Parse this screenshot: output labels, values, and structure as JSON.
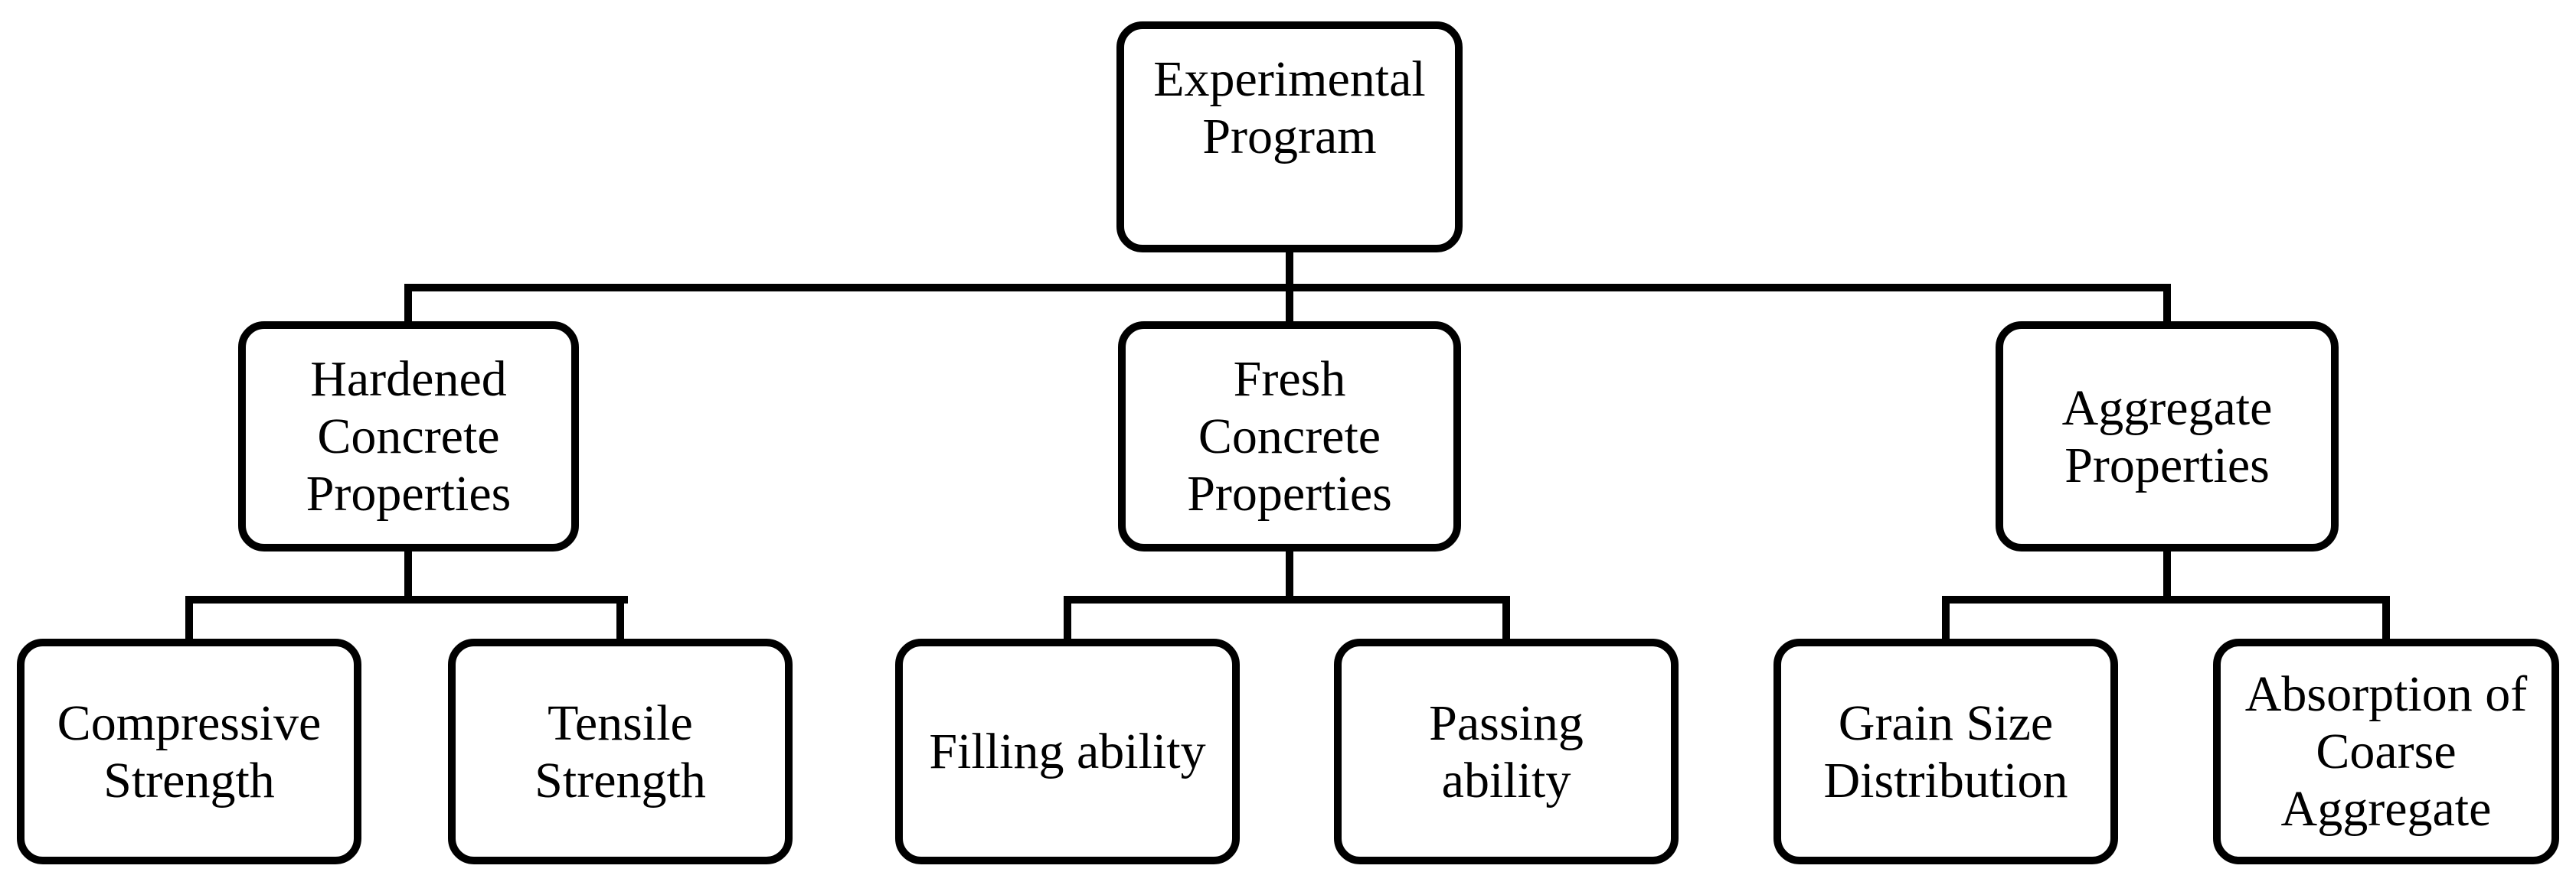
{
  "diagram": {
    "type": "flowchart",
    "colors": {
      "background": "#ffffff",
      "box_fill": "#ffffff",
      "line": "#000000",
      "text": "#000000"
    },
    "nodes": {
      "root": {
        "label": "Experimental\nProgram"
      },
      "hardened": {
        "label": "Hardened\nConcrete\nProperties"
      },
      "fresh": {
        "label": "Fresh\nConcrete\nProperties"
      },
      "aggregate": {
        "label": "Aggregate\nProperties"
      },
      "compressive": {
        "label": "Compressive\nStrength"
      },
      "tensile": {
        "label": "Tensile\nStrength"
      },
      "filling": {
        "label": "Filling ability"
      },
      "passing": {
        "label": "Passing\nability"
      },
      "grain": {
        "label": "Grain Size\nDistribution"
      },
      "absorption": {
        "label": "Absorption of\nCoarse\nAggregate"
      }
    },
    "edges": [
      [
        "root",
        "hardened"
      ],
      [
        "root",
        "fresh"
      ],
      [
        "root",
        "aggregate"
      ],
      [
        "hardened",
        "compressive"
      ],
      [
        "hardened",
        "tensile"
      ],
      [
        "fresh",
        "filling"
      ],
      [
        "fresh",
        "passing"
      ],
      [
        "aggregate",
        "grain"
      ],
      [
        "aggregate",
        "absorption"
      ]
    ]
  }
}
